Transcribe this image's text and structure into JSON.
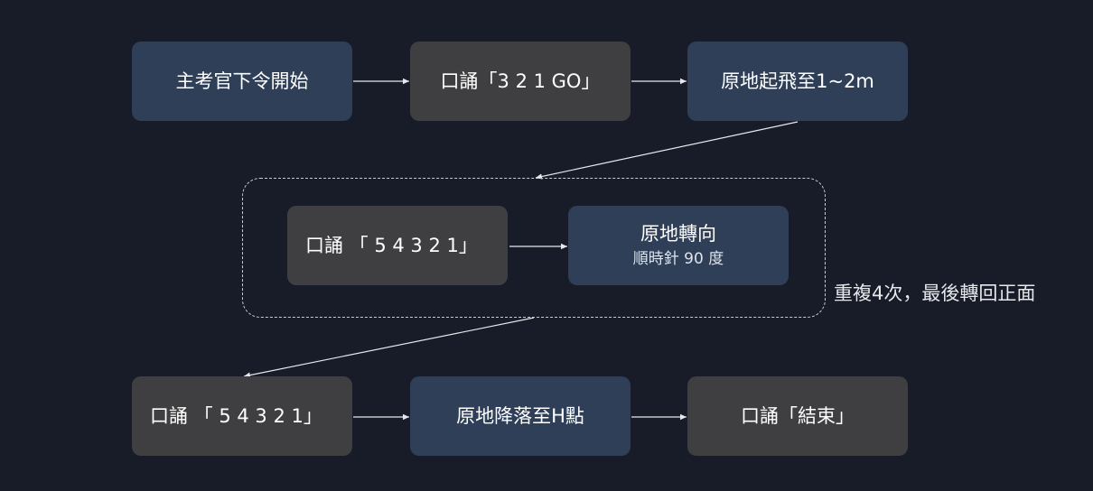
{
  "nodes": {
    "start_command": "主考官下令開始",
    "recite_321go": "口誦「3 2 1 GO」",
    "takeoff": "原地起飛至1~2m",
    "recite_54321_loop": "口誦 「 5 4 3 2 1」",
    "turn_title": "原地轉向",
    "turn_sub": "順時針 90 度",
    "recite_54321_final": "口誦 「 5 4 3 2 1」",
    "land": "原地降落至H點",
    "recite_end": "口誦「結束」"
  },
  "loop_note": "重複4次，最後轉回正面",
  "colors": {
    "background": "#181c28",
    "blue_node": "#2e3f57",
    "gray_node": "#3f3f41",
    "line": "#e6e8ec"
  }
}
